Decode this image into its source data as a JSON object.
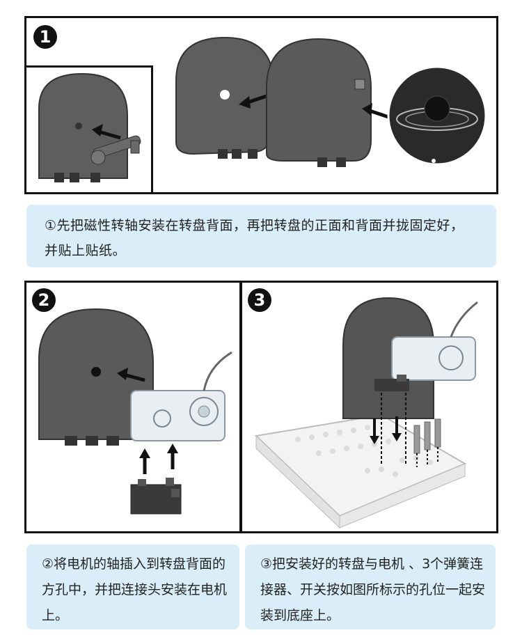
{
  "steps": [
    {
      "badge": "1",
      "caption": "①先把磁性转轴安装在转盘背面，再把转盘的正面和背面并拢固定好，并贴上贴纸。"
    },
    {
      "badge": "2",
      "caption": "②将电机的轴插入到转盘背面的方孔中，并把连接头安装在电机上。"
    },
    {
      "badge": "3",
      "caption": "③把安装好的转盘与电机 、3个弹簧连接器、开关按如图所标示的孔位一起安装到底座上。"
    }
  ],
  "colors": {
    "caption_bg": "#d9eef8",
    "part_gray": "#5a5a5a",
    "border": "#111111"
  },
  "icons": [
    "arrow-icon",
    "magnet-shaft-icon",
    "motor-icon",
    "connector-icon",
    "base-icon",
    "sticker-icon",
    "spring-connector-icon",
    "switch-icon"
  ]
}
